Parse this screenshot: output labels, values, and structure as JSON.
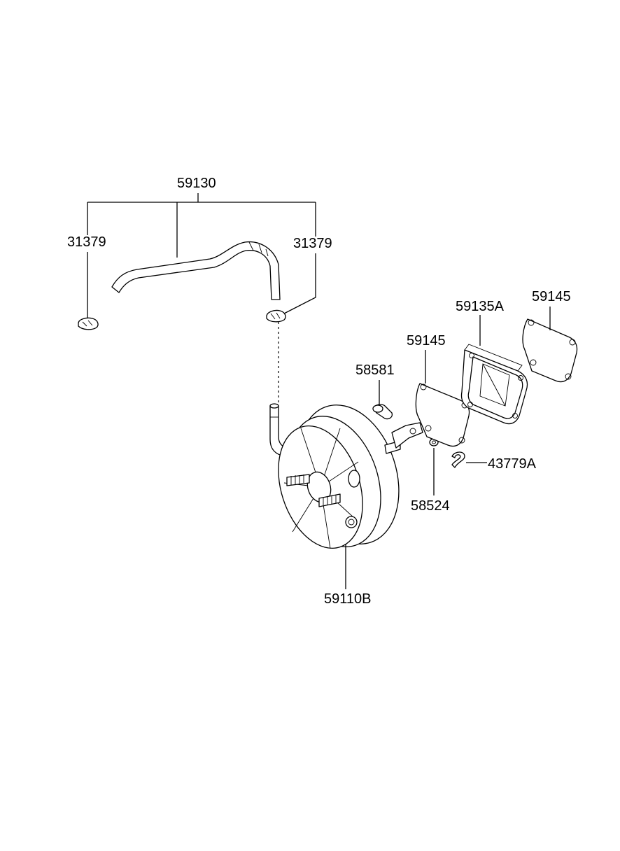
{
  "labels": {
    "hose_assy": "59130",
    "clamp_left": "31379",
    "clamp_right": "31379",
    "gasket_rear": "59145",
    "spacer": "59135A",
    "gasket_front": "59145",
    "yoke_pin": "58581",
    "nut": "58524",
    "clip": "43779A",
    "booster_assy": "59110B"
  }
}
